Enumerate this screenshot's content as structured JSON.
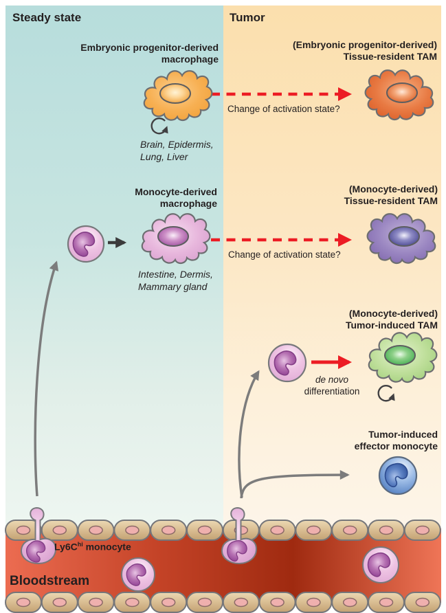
{
  "figure": {
    "left_panel_title": "Steady state",
    "right_panel_title": "Tumor",
    "bloodstream_label": "Bloodstream"
  },
  "steady_state": {
    "embryonic_macrophage": {
      "name_line1": "Embryonic progenitor-derived",
      "name_line2": "macrophage",
      "tissues_line1": "Brain, Epidermis,",
      "tissues_line2": "Lung, Liver"
    },
    "monocyte_macrophage": {
      "name_line1": "Monocyte-derived",
      "name_line2": "macrophage",
      "tissues_line1": "Intestine, Dermis,",
      "tissues_line2": "Mammary gland"
    },
    "ly6c_monocyte": {
      "prefix": "Ly6C",
      "superscript": "hi",
      "suffix": " monocyte"
    }
  },
  "tumor": {
    "tissue_resident_tam_embryonic": {
      "name_line1": "(Embryonic progenitor-derived)",
      "name_line2": "Tissue-resident TAM"
    },
    "tissue_resident_tam_monocyte": {
      "name_line1": "(Monocyte-derived)",
      "name_line2": "Tissue-resident TAM"
    },
    "tumor_induced_tam": {
      "name_line1": "(Monocyte-derived)",
      "name_line2": "Tumor-induced TAM"
    },
    "effector_monocyte": {
      "name_line1": "Tumor-induced",
      "name_line2": "effector monocyte"
    },
    "change_arrow_top": "Change of activation state?",
    "change_arrow_mid": "Change of activation state?",
    "de_novo_italic": "de novo",
    "de_novo_rest": "differentiation"
  },
  "colors": {
    "steady_bg": "#b7dddc",
    "tumor_bg": "#fbdfad",
    "embryonic_macrophage": "#f5ab43",
    "tissue_resident_tam_embryonic": "#df5f2c",
    "monocyte_macrophage": "#dda6d3",
    "tissue_resident_tam_monocyte": "#8a74b8",
    "tumor_induced_tam": "#a8d488",
    "effector_monocyte": "#6f9bd6",
    "monocyte": "#e5aeda",
    "blood_light": "#ec6c51",
    "blood_dark": "#9f2a10",
    "endothelium": "#d9bd92",
    "red_arrow": "#ec1c24",
    "gray_arrow": "#7c7c7c",
    "text": "#231f20"
  }
}
